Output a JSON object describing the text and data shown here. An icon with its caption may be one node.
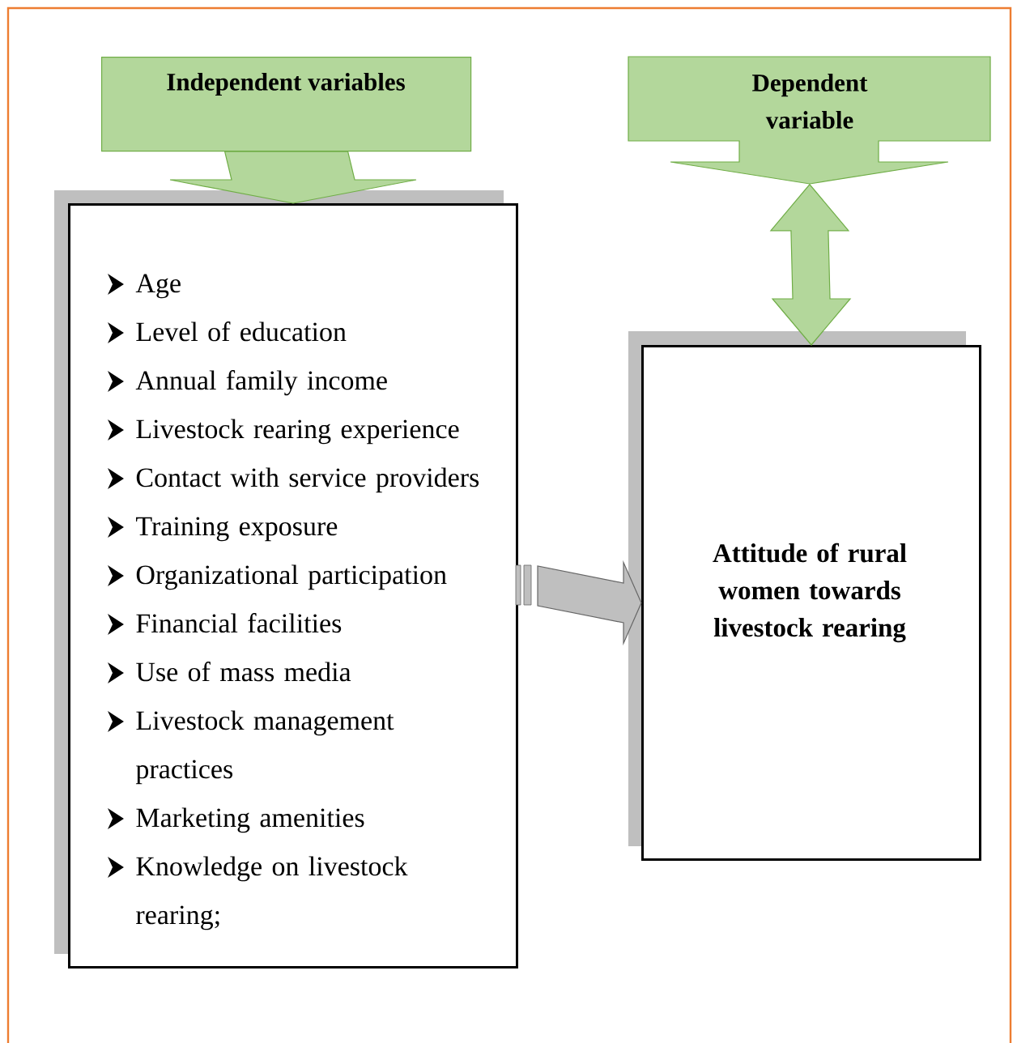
{
  "diagram": {
    "nodes": [
      {
        "text": [
          "Independent variables"
        ]
      },
      {
        "text": [
          "Dependent variable"
        ]
      },
      {
        "text": [
          "Age",
          "Level of education",
          "Annual family income",
          "Livestock rearing experience",
          "Contact with service providers",
          "Training exposure",
          "Organizational participation",
          "Financial facilities",
          "Use of mass media",
          "Livestock management practices",
          "Marketing amenities",
          "Knowledge on livestock rearing;"
        ]
      },
      {
        "text": [
          "Attitude of rural women towards livestock rearing"
        ]
      }
    ],
    "edges": [
      {
        "from": 0,
        "to": 2,
        "arrow": "to",
        "style": "thick"
      },
      {
        "from": 1,
        "to": 3,
        "arrow": "both",
        "style": "thick"
      },
      {
        "from": 2,
        "to": 3,
        "arrow": "to",
        "style": "thick",
        "color": "#bfbfbf"
      }
    ]
  }
}
